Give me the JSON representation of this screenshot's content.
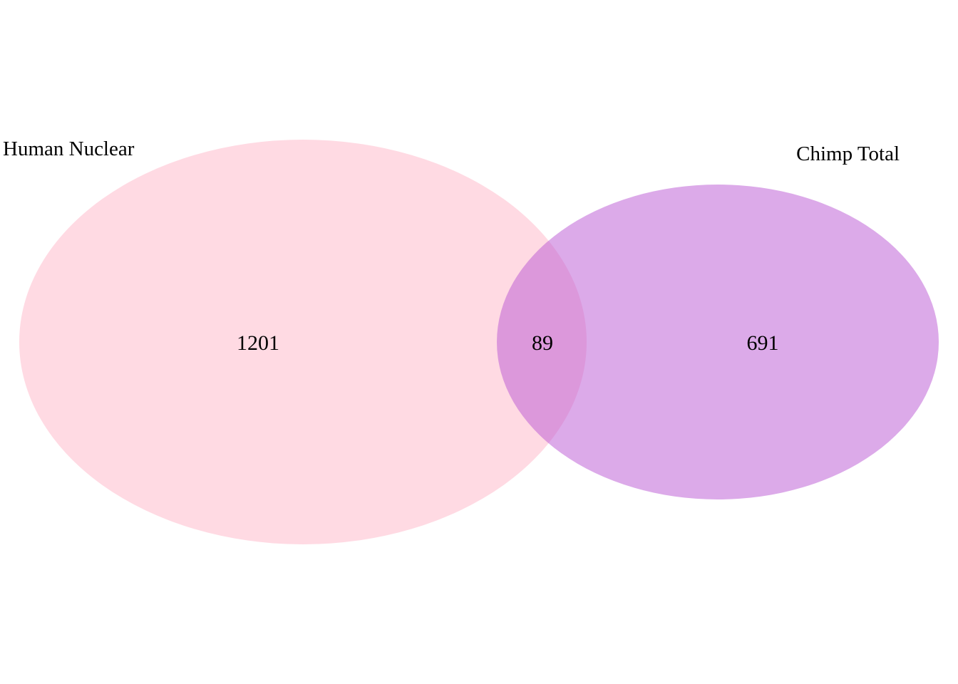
{
  "venn": {
    "sets": [
      {
        "name": "Human Nuclear",
        "only_count": "1201",
        "color": "#FFB6C8"
      },
      {
        "name": "Chimp Total",
        "only_count": "691",
        "color": "#BA55D3"
      }
    ],
    "intersection_count": "89"
  }
}
